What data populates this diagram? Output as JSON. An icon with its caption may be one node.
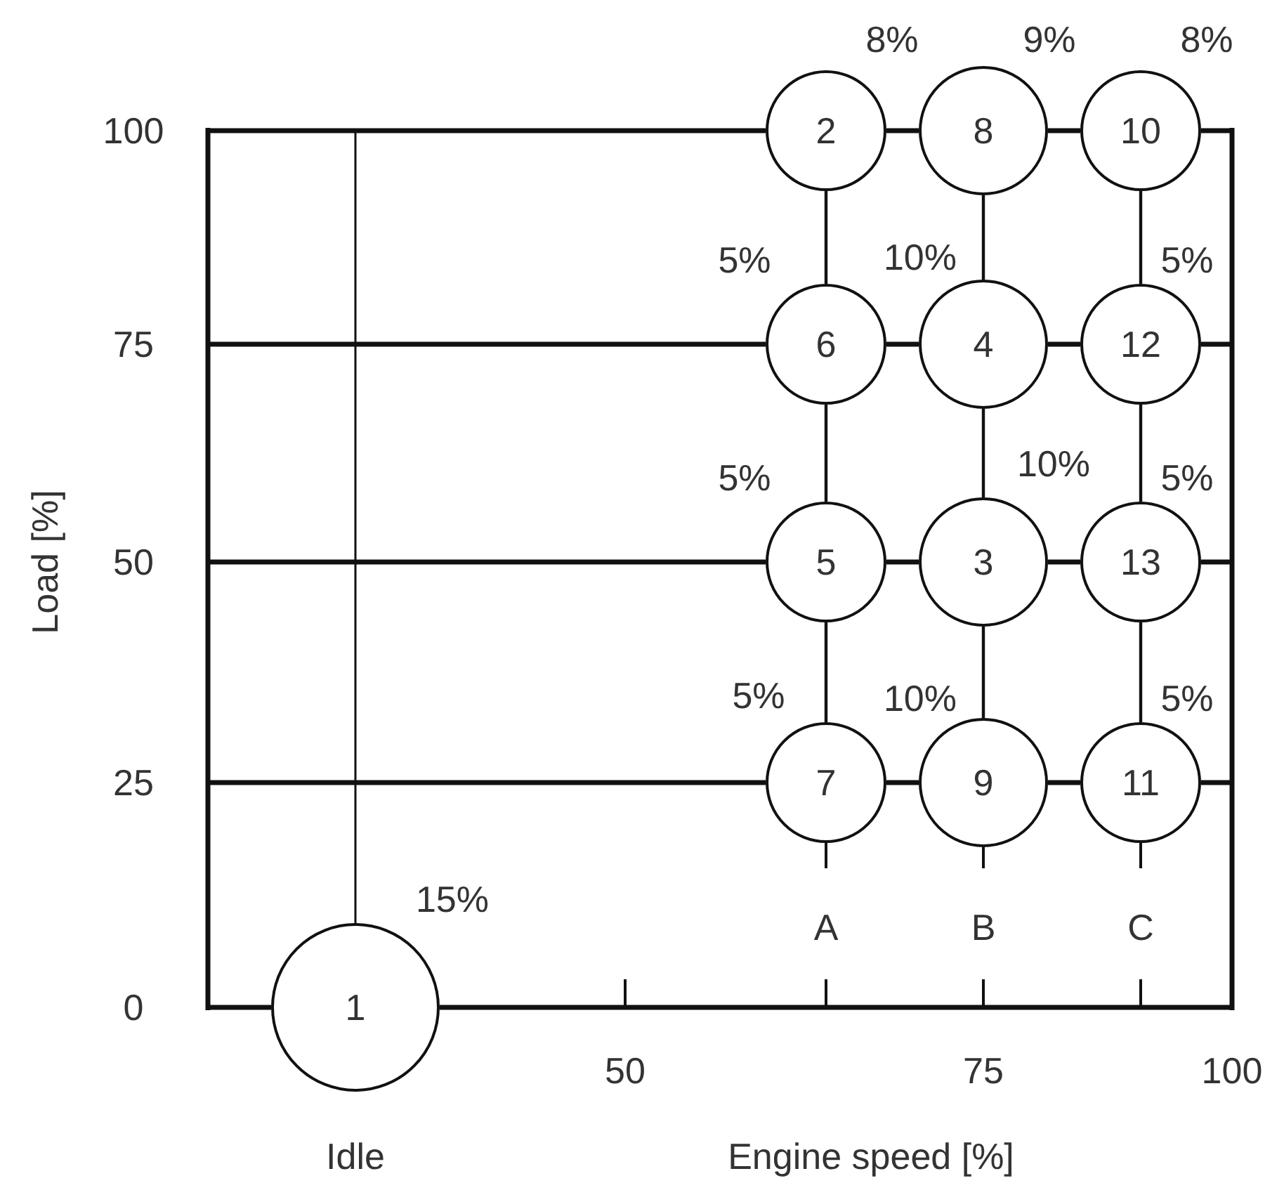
{
  "diagram": {
    "nodes": [
      {
        "text": [
          "2"
        ],
        "beside": [
          "8%"
        ]
      },
      {
        "text": [
          "8"
        ],
        "beside": [
          "9%"
        ]
      },
      {
        "text": [
          "10"
        ],
        "beside": [
          "8%"
        ]
      },
      {
        "text": [
          "6"
        ],
        "beside": [
          "5%"
        ]
      },
      {
        "text": [
          "4"
        ],
        "beside": [
          "10%"
        ]
      },
      {
        "text": [
          "12"
        ],
        "beside": [
          "5%"
        ]
      },
      {
        "text": [
          "5"
        ],
        "beside": [
          "5%"
        ]
      },
      {
        "text": [
          "3"
        ],
        "beside": [
          "10%"
        ]
      },
      {
        "text": [
          "13"
        ],
        "beside": [
          "5%"
        ]
      },
      {
        "text": [
          "7"
        ],
        "beside": [
          "5%"
        ]
      },
      {
        "text": [
          "9"
        ],
        "beside": [
          "10%"
        ]
      },
      {
        "text": [
          "11"
        ],
        "beside": [
          "5%"
        ]
      },
      {
        "text": [
          "1"
        ],
        "beside": [
          "15%"
        ]
      }
    ],
    "edges": [
      {
        "from": 0,
        "to": 1,
        "arrow": "none"
      },
      {
        "from": 1,
        "to": 2,
        "arrow": "none"
      },
      {
        "from": 3,
        "to": 4,
        "arrow": "none"
      },
      {
        "from": 4,
        "to": 5,
        "arrow": "none"
      },
      {
        "from": 6,
        "to": 7,
        "arrow": "none"
      },
      {
        "from": 7,
        "to": 8,
        "arrow": "none"
      },
      {
        "from": 9,
        "to": 10,
        "arrow": "none"
      },
      {
        "from": 10,
        "to": 11,
        "arrow": "none"
      },
      {
        "from": 0,
        "to": 3,
        "arrow": "none"
      },
      {
        "from": 3,
        "to": 6,
        "arrow": "none"
      },
      {
        "from": 6,
        "to": 9,
        "arrow": "none"
      },
      {
        "from": 1,
        "to": 4,
        "arrow": "none"
      },
      {
        "from": 4,
        "to": 7,
        "arrow": "none"
      },
      {
        "from": 7,
        "to": 10,
        "arrow": "none"
      },
      {
        "from": 2,
        "to": 5,
        "arrow": "none"
      },
      {
        "from": 5,
        "to": 8,
        "arrow": "none"
      },
      {
        "from": 8,
        "to": 11,
        "arrow": "none"
      }
    ],
    "labels": [
      "100",
      "75",
      "50",
      "25",
      "0",
      "Load [%]",
      "A",
      "B",
      "C",
      "50",
      "75",
      "100",
      "Idle",
      "Engine speed [%]"
    ]
  }
}
